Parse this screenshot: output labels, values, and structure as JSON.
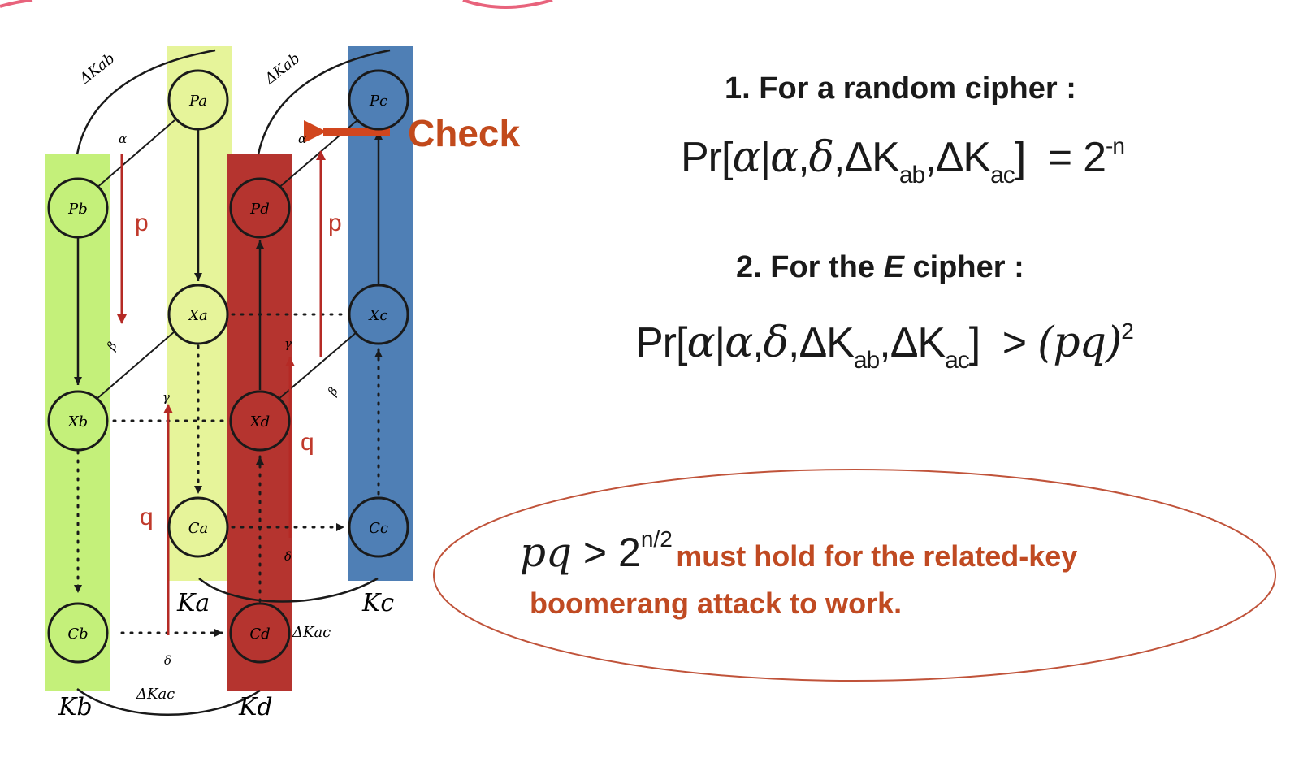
{
  "diagram": {
    "nodes": {
      "pa": "Pa",
      "pb": "Pb",
      "pc": "Pc",
      "pd": "Pd",
      "xa": "Xa",
      "xb": "Xb",
      "xc": "Xc",
      "xd": "Xd",
      "ca": "Ca",
      "cb": "Cb",
      "cc": "Cc",
      "cd": "Cd"
    },
    "keys": {
      "ka": "Ka",
      "kb": "Kb",
      "kc": "Kc",
      "kd": "Kd"
    },
    "key_differences": {
      "dkab_left": "ΔKab",
      "dkab_right": "ΔKab",
      "dkac_bottom": "ΔKac",
      "dkac_right": "ΔKac"
    },
    "greek": {
      "alpha_left": "α",
      "alpha_right": "α",
      "beta_left": "β",
      "beta_right": "β",
      "gamma_left": "γ",
      "gamma_right": "γ",
      "delta_bottom": "δ",
      "delta_right": "δ"
    },
    "probabilities": {
      "p_left": "p",
      "p_right": "p",
      "q_left": "q",
      "q_right": "q"
    },
    "check_label": "Check",
    "colors": {
      "lime_column": "#c4f07a",
      "yellow_column": "#e6f49a",
      "red_column": "#b5342f",
      "blue_column": "#4f7fb5",
      "arrow_red": "#b52a25",
      "check_orange": "#d1461e"
    }
  },
  "right_panel": {
    "heading1": "1. For a random cipher :",
    "formula1": {
      "lhs": "Pr",
      "bracket_open": "[",
      "alpha1": "α",
      "bar": "|",
      "alpha2": "α",
      "comma1": ",",
      "delta": "δ",
      "comma2": ",",
      "dk1": "ΔK",
      "dk1_sub": "ab",
      "comma3": ",",
      "dk2": "ΔK",
      "dk2_sub": "ac",
      "bracket_close": "]",
      "relation": "=",
      "rhs_base": "2",
      "rhs_exp": "-n"
    },
    "heading2_prefix": "2. For the ",
    "heading2_em": "E",
    "heading2_suffix": " cipher :",
    "formula2": {
      "lhs": "Pr",
      "bracket_open": "[",
      "alpha1": "α",
      "bar": "|",
      "alpha2": "α",
      "comma1": ",",
      "delta": "δ",
      "comma2": ",",
      "dk1": "ΔK",
      "dk1_sub": "ab",
      "comma3": ",",
      "dk2": "ΔK",
      "dk2_sub": "ac",
      "bracket_close": "]",
      "relation": ">",
      "rhs": "(pq)",
      "rhs_exp": "2"
    },
    "condition": {
      "lhs": "pq",
      "relation": ">",
      "base": "2",
      "exp": "n/2",
      "text_line1": "must hold for the related-key",
      "text_line2": "boomerang attack to work."
    },
    "colors": {
      "ellipse_stroke": "#c0533a",
      "condition_text": "#c04a22"
    }
  }
}
